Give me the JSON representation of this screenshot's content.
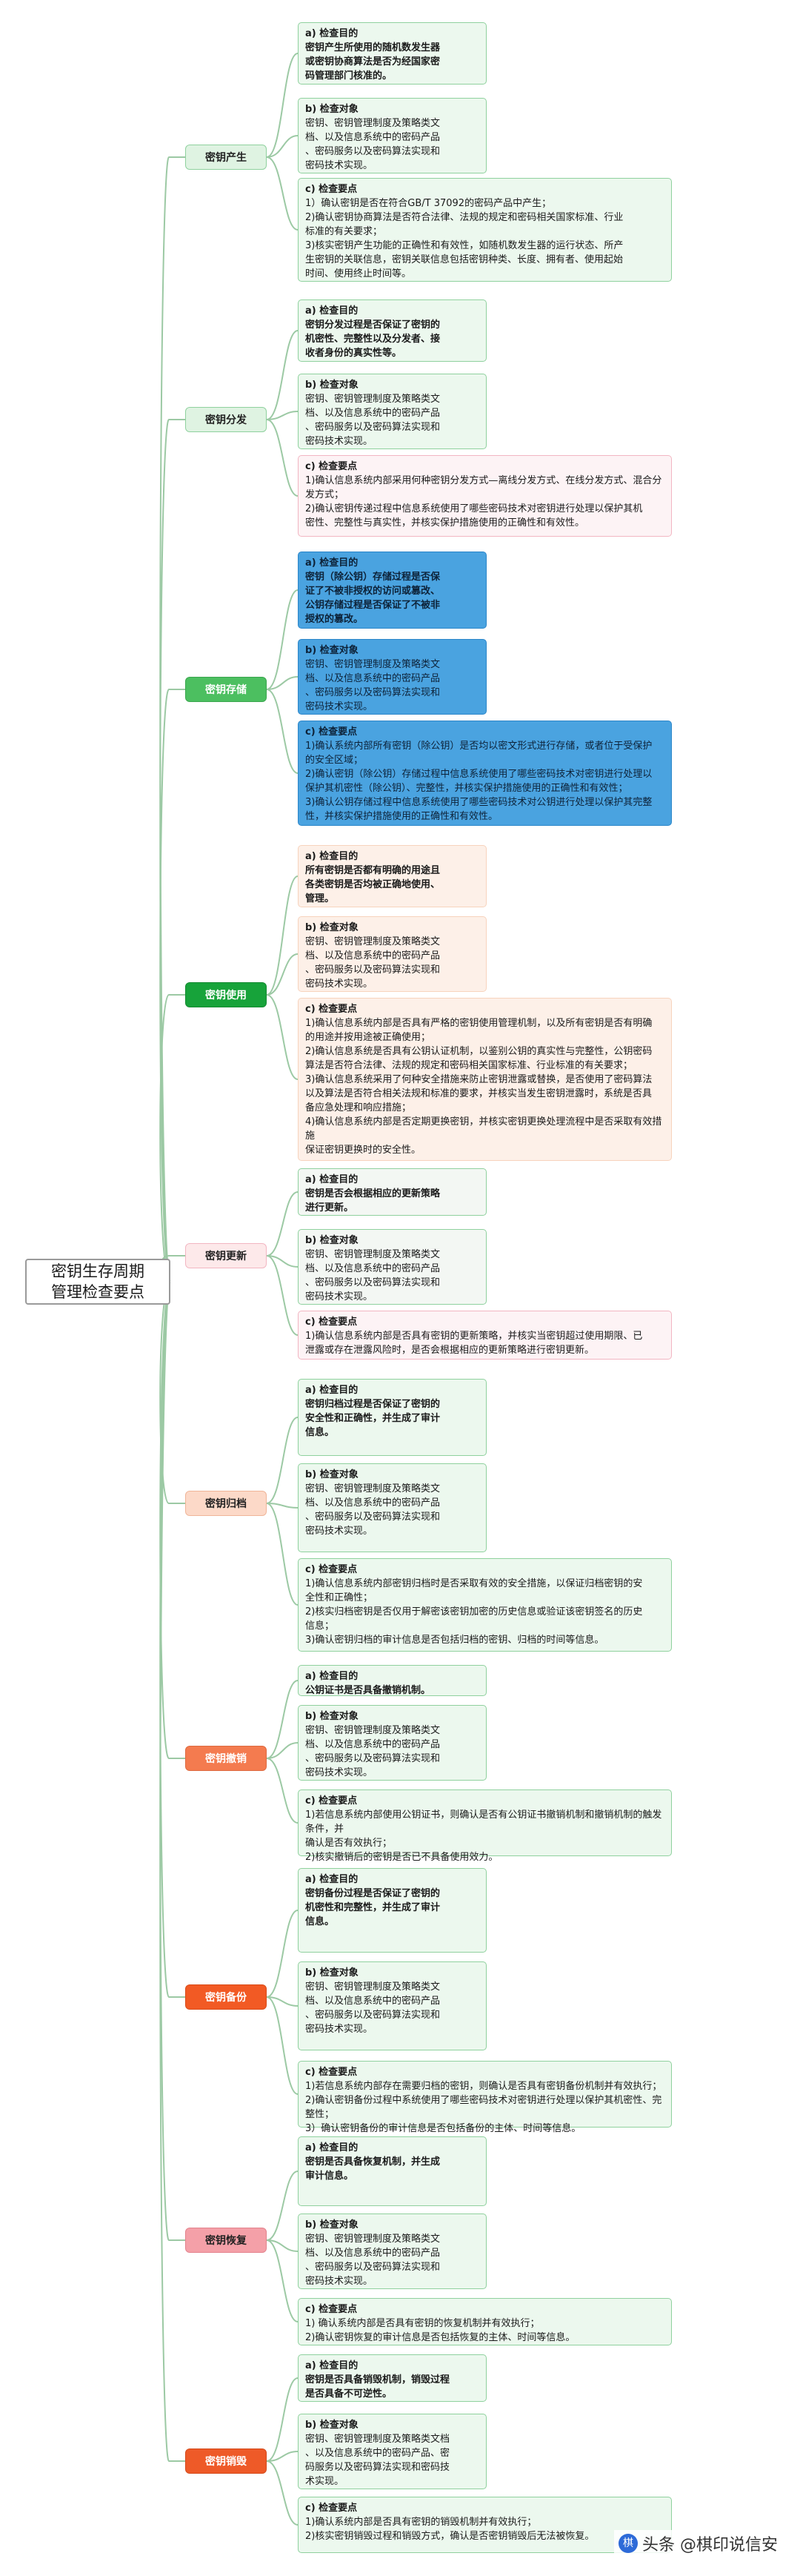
{
  "root": {
    "title": "密钥生存周期\n管理检查要点"
  },
  "colors": {
    "link": "#9cc9a4",
    "green_border": "#8fd19e",
    "green_bg": "#ecf8ee",
    "pink_border": "#f2b6c2",
    "pink_bg": "#fdf3f5",
    "blue_bg": "#4aa3e0",
    "blue_border": "#2b86c9",
    "peach_bg": "#fdf0e8",
    "peach_border": "#f7d3bd"
  },
  "branches": [
    {
      "id": "gen",
      "label": "密钥产生",
      "bg": "#dff3e2",
      "fg": "#222",
      "border": "#8fd19e",
      "items": [
        {
          "t": "a) 检查目的",
          "b": "密钥产生所使用的随机数发生器\n或密钥协商算法是否为经国家密\n码管理部门核准的。",
          "style": "green"
        },
        {
          "t": "b) 检查对象",
          "b": "密钥、密钥管理制度及策略类文\n档、以及信息系统中的密码产品\n、密码服务以及密码算法实现和\n密码技术实现。",
          "style": "green"
        },
        {
          "t": "c) 检查要点",
          "b": "1）确认密钥是否在符合GB/T 37092的密码产品中产生；\n2)确认密钥协商算法是否符合法律、法规的规定和密码相关国家标准、行业\n标准的有关要求；\n3)核实密钥产生功能的正确性和有效性，如随机数发生器的运行状态、所产\n生密钥的关联信息，密钥关联信息包括密钥种类、长度、拥有者、使用起始\n时间、使用终止时间等。",
          "style": "green"
        }
      ]
    },
    {
      "id": "dist",
      "label": "密钥分发",
      "bg": "#dff3e2",
      "fg": "#222",
      "border": "#8fd19e",
      "items": [
        {
          "t": "a) 检查目的",
          "b": "密钥分发过程是否保证了密钥的\n机密性、完整性以及分发者、接\n收者身份的真实性等。",
          "style": "green"
        },
        {
          "t": "b) 检查对象",
          "b": "密钥、密钥管理制度及策略类文\n档、以及信息系统中的密码产品\n、密码服务以及密码算法实现和\n密码技术实现。",
          "style": "green"
        },
        {
          "t": "c) 检查要点",
          "b": "1)确认信息系统内部采用何种密钥分发方式—离线分发方式、在线分发方式、混合分\n发方式；\n2)确认密钥传递过程中信息系统使用了哪些密码技术对密钥进行处理以保护其机\n密性、完整性与真实性，并核实保护措施使用的正确性和有效性。",
          "style": "pink"
        }
      ]
    },
    {
      "id": "store",
      "label": "密钥存储",
      "bg": "#4cbf60",
      "fg": "#fff",
      "border": "#3aa64e",
      "items": [
        {
          "t": "a) 检查目的",
          "b": "密钥（除公钥）存储过程是否保\n证了不被非授权的访问或篡改、\n公钥存储过程是否保证了不被非\n授权的篡改。",
          "style": "blue"
        },
        {
          "t": "b) 检查对象",
          "b": "密钥、密钥管理制度及策略类文\n档、以及信息系统中的密码产品\n、密码服务以及密码算法实现和\n密码技术实现。",
          "style": "blue"
        },
        {
          "t": "c) 检查要点",
          "b": "1)确认系统内部所有密钥（除公钥）是否均以密文形式进行存储，或者位于受保护\n的安全区域；\n2)确认密钥（除公钥）存储过程中信息系统使用了哪些密码技术对密钥进行处理以\n保护其机密性（除公钥）、完整性，并核实保护措施使用的正确性和有效性；\n3)确认公钥存储过程中信息系统使用了哪些密码技术对公钥进行处理以保护其完整\n性，并核实保护措施使用的正确性和有效性。",
          "style": "blue"
        }
      ]
    },
    {
      "id": "use",
      "label": "密钥使用",
      "bg": "#17a33a",
      "fg": "#fff",
      "border": "#128a30",
      "items": [
        {
          "t": "a) 检查目的",
          "b": "所有密钥是否都有明确的用途且\n各类密钥是否均被正确地使用、\n管理。",
          "style": "peach"
        },
        {
          "t": "b) 检查对象",
          "b": "密钥、密钥管理制度及策略类文\n档、以及信息系统中的密码产品\n、密码服务以及密码算法实现和\n密码技术实现。",
          "style": "peach"
        },
        {
          "t": "c) 检查要点",
          "b": "1)确认信息系统内部是否具有严格的密钥使用管理机制，以及所有密钥是否有明确\n的用途并按用途被正确使用；\n2)确认信息系统是否具有公钥认证机制，以鉴别公钥的真实性与完整性，公钥密码\n算法是否符合法律、法规的规定和密码相关国家标准、行业标准的有关要求；\n3)确认信息系统采用了何种安全措施来防止密钥泄露或替换，是否使用了密码算法\n以及算法是否符合相关法规和标准的要求，并核实当发生密钥泄露时，系统是否具\n备应急处理和响应措施；\n4)确认信息系统内部是否定期更换密钥，并核实密钥更换处理流程中是否采取有效措施\n保证密钥更换时的安全性。",
          "style": "peach"
        }
      ]
    },
    {
      "id": "update",
      "label": "密钥更新",
      "bg": "#fde9ea",
      "fg": "#222",
      "border": "#f2b6c2",
      "items": [
        {
          "t": "a) 检查目的",
          "b": "密钥是否会根据相应的更新策略\n进行更新。",
          "style": "grey"
        },
        {
          "t": "b) 检查对象",
          "b": "密钥、密钥管理制度及策略类文\n档、以及信息系统中的密码产品\n、密码服务以及密码算法实现和\n密码技术实现。",
          "style": "grey"
        },
        {
          "t": "c) 检查要点",
          "b": "1)确认信息系统内部是否具有密钥的更新策略，并核实当密钥超过使用期限、已\n泄露或存在泄露风险时，是否会根据相应的更新策略进行密钥更新。",
          "style": "pink"
        }
      ]
    },
    {
      "id": "archive",
      "label": "密钥归档",
      "bg": "#fcd9c8",
      "fg": "#222",
      "border": "#f0b598",
      "items": [
        {
          "t": "a) 检查目的",
          "b": "密钥归档过程是否保证了密钥的\n安全性和正确性，并生成了审计\n信息。",
          "style": "green"
        },
        {
          "t": "b) 检查对象",
          "b": "密钥、密钥管理制度及策略类文\n档、以及信息系统中的密码产品\n、密码服务以及密码算法实现和\n密码技术实现。",
          "style": "green"
        },
        {
          "t": "c) 检查要点",
          "b": "1)确认信息系统内部密钥归档时是否采取有效的安全措施，以保证归档密钥的安\n全性和正确性；\n2)核实归档密钥是否仅用于解密该密钥加密的历史信息或验证该密钥签名的历史\n信息；\n3)确认密钥归档的审计信息是否包括归档的密钥、归档的时间等信息。",
          "style": "green"
        }
      ]
    },
    {
      "id": "revoke",
      "label": "密钥撤销",
      "bg": "#f47b4f",
      "fg": "#fff",
      "border": "#dd6a40",
      "items": [
        {
          "t": "a) 检查目的",
          "b": "公钥证书是否具备撤销机制。",
          "style": "green"
        },
        {
          "t": "b) 检查对象",
          "b": "密钥、密钥管理制度及策略类文\n档、以及信息系统中的密码产品\n、密码服务以及密码算法实现和\n密码技术实现。",
          "style": "green"
        },
        {
          "t": "c) 检查要点",
          "b": "1)若信息系统内部使用公钥证书，则确认是否有公钥证书撤销机制和撤销机制的触发条件，并\n确认是否有效执行；\n2)核实撤销后的密钥是否已不具备使用效力。",
          "style": "green"
        }
      ]
    },
    {
      "id": "backup",
      "label": "密钥备份",
      "bg": "#f25a24",
      "fg": "#fff",
      "border": "#d84b18",
      "items": [
        {
          "t": "a) 检查目的",
          "b": "密钥备份过程是否保证了密钥的\n机密性和完整性，并生成了审计\n信息。",
          "style": "green"
        },
        {
          "t": "b) 检查对象",
          "b": "密钥、密钥管理制度及策略类文\n档、以及信息系统中的密码产品\n、密码服务以及密码算法实现和\n密码技术实现。",
          "style": "green"
        },
        {
          "t": "c) 检查要点",
          "b": "1)若信息系统内部存在需要归档的密钥，则确认是否具有密钥备份机制并有效执行；\n2)确认密钥备份过程中系统使用了哪些密码技术对密钥进行处理以保护其机密性、完整性；\n3）确认密钥备份的审计信息是否包括备份的主体、时间等信息。",
          "style": "green"
        }
      ]
    },
    {
      "id": "restore",
      "label": "密钥恢复",
      "bg": "#f4a0a8",
      "fg": "#222",
      "border": "#e3838d",
      "items": [
        {
          "t": "a) 检查目的",
          "b": "密钥是否具备恢复机制，并生成\n审计信息。",
          "style": "green"
        },
        {
          "t": "b) 检查对象",
          "b": "密钥、密钥管理制度及策略类文\n档、以及信息系统中的密码产品\n、密码服务以及密码算法实现和\n密码技术实现。",
          "style": "green"
        },
        {
          "t": "c) 检查要点",
          "b": "1) 确认系统内部是否具有密钥的恢复机制并有效执行；\n2)确认密钥恢复的审计信息是否包括恢复的主体、时间等信息。",
          "style": "green"
        }
      ]
    },
    {
      "id": "destroy",
      "label": "密钥销毁",
      "bg": "#ee5a28",
      "fg": "#fff",
      "border": "#d4491a",
      "items": [
        {
          "t": "a) 检查目的",
          "b": "密钥是否具备销毁机制，销毁过程\n是否具备不可逆性。",
          "style": "green"
        },
        {
          "t": "b) 检查对象",
          "b": "密钥、密钥管理制度及策略类文档\n、以及信息系统中的密码产品、密\n码服务以及密码算法实现和密码技\n术实现。",
          "style": "green"
        },
        {
          "t": "c) 检查要点",
          "b": "1)确认系统内部是否具有密钥的销毁机制并有效执行；\n2)核实密钥销毁过程和销毁方式，确认是否密钥销毁后无法被恢复。",
          "style": "green"
        }
      ]
    }
  ],
  "watermark": {
    "text": "头条 @棋印说信安",
    "logo": "棋"
  }
}
